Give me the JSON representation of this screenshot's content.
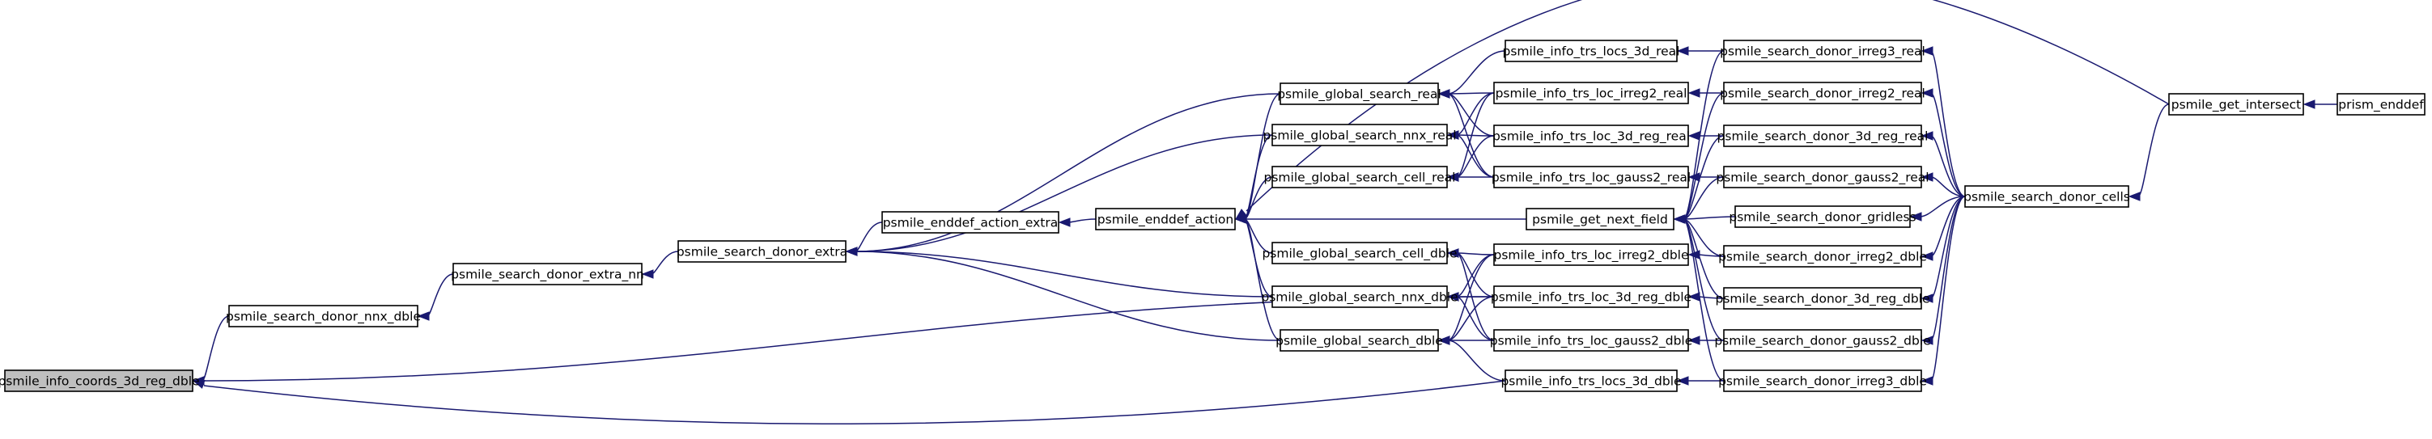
{
  "graph": {
    "nodes": [
      {
        "id": "n_coords",
        "label": "psmile_info_coords_3d_reg_dble",
        "highlighted": true
      },
      {
        "id": "n_nnx_dble_donor",
        "label": "psmile_search_donor_nnx_dble"
      },
      {
        "id": "n_extra_nn",
        "label": "psmile_search_donor_extra_nn"
      },
      {
        "id": "n_extra",
        "label": "psmile_search_donor_extra"
      },
      {
        "id": "n_action_extra",
        "label": "psmile_enddef_action_extra"
      },
      {
        "id": "n_action",
        "label": "psmile_enddef_action"
      },
      {
        "id": "n_gs_real",
        "label": "psmile_global_search_real"
      },
      {
        "id": "n_gs_nnx_real",
        "label": "psmile_global_search_nnx_real"
      },
      {
        "id": "n_gs_cell_real",
        "label": "psmile_global_search_cell_real"
      },
      {
        "id": "n_gs_cell_dble",
        "label": "psmile_global_search_cell_dble"
      },
      {
        "id": "n_gs_nnx_dble",
        "label": "psmile_global_search_nnx_dble"
      },
      {
        "id": "n_gs_dble",
        "label": "psmile_global_search_dble"
      },
      {
        "id": "n_locs3d_real",
        "label": "psmile_info_trs_locs_3d_real"
      },
      {
        "id": "n_irreg2_real",
        "label": "psmile_info_trs_loc_irreg2_real"
      },
      {
        "id": "n_3dreg_real",
        "label": "psmile_info_trs_loc_3d_reg_real"
      },
      {
        "id": "n_gauss2_real",
        "label": "psmile_info_trs_loc_gauss2_real"
      },
      {
        "id": "n_next_field",
        "label": "psmile_get_next_field"
      },
      {
        "id": "n_irreg2_dble",
        "label": "psmile_info_trs_loc_irreg2_dble"
      },
      {
        "id": "n_3dreg_dble",
        "label": "psmile_info_trs_loc_3d_reg_dble"
      },
      {
        "id": "n_gauss2_dble",
        "label": "psmile_info_trs_loc_gauss2_dble"
      },
      {
        "id": "n_locs3d_dble",
        "label": "psmile_info_trs_locs_3d_dble"
      },
      {
        "id": "n_d_irreg3_real",
        "label": "psmile_search_donor_irreg3_real"
      },
      {
        "id": "n_d_irreg2_real",
        "label": "psmile_search_donor_irreg2_real"
      },
      {
        "id": "n_d_3dreg_real",
        "label": "psmile_search_donor_3d_reg_real"
      },
      {
        "id": "n_d_gauss2_real",
        "label": "psmile_search_donor_gauss2_real"
      },
      {
        "id": "n_d_gridless",
        "label": "psmile_search_donor_gridless"
      },
      {
        "id": "n_d_irreg2_dble",
        "label": "psmile_search_donor_irreg2_dble"
      },
      {
        "id": "n_d_3dreg_dble",
        "label": "psmile_search_donor_3d_reg_dble"
      },
      {
        "id": "n_d_gauss2_dble",
        "label": "psmile_search_donor_gauss2_dble"
      },
      {
        "id": "n_d_irreg3_dble",
        "label": "psmile_search_donor_irreg3_dble"
      },
      {
        "id": "n_cells",
        "label": "psmile_search_donor_cells"
      },
      {
        "id": "n_intersect",
        "label": "psmile_get_intersect"
      },
      {
        "id": "n_enddef",
        "label": "prism_enddef"
      }
    ],
    "edges": [
      [
        "n_nnx_dble_donor",
        "n_coords"
      ],
      [
        "n_3dreg_dble",
        "n_coords"
      ],
      [
        "n_locs3d_dble",
        "n_coords"
      ],
      [
        "n_extra_nn",
        "n_nnx_dble_donor"
      ],
      [
        "n_extra",
        "n_extra_nn"
      ],
      [
        "n_gs_real",
        "n_extra"
      ],
      [
        "n_gs_nnx_real",
        "n_extra"
      ],
      [
        "n_action_extra",
        "n_extra"
      ],
      [
        "n_gs_nnx_dble",
        "n_extra"
      ],
      [
        "n_gs_dble",
        "n_extra"
      ],
      [
        "n_action",
        "n_action_extra"
      ],
      [
        "n_intersect",
        "n_action"
      ],
      [
        "n_gs_real",
        "n_action"
      ],
      [
        "n_gs_nnx_real",
        "n_action"
      ],
      [
        "n_gs_cell_real",
        "n_action"
      ],
      [
        "n_next_field",
        "n_action"
      ],
      [
        "n_gs_cell_dble",
        "n_action"
      ],
      [
        "n_gs_nnx_dble",
        "n_action"
      ],
      [
        "n_gs_dble",
        "n_action"
      ],
      [
        "n_locs3d_real",
        "n_gs_real"
      ],
      [
        "n_irreg2_real",
        "n_gs_real"
      ],
      [
        "n_3dreg_real",
        "n_gs_real"
      ],
      [
        "n_gauss2_real",
        "n_gs_real"
      ],
      [
        "n_irreg2_real",
        "n_gs_nnx_real"
      ],
      [
        "n_3dreg_real",
        "n_gs_nnx_real"
      ],
      [
        "n_gauss2_real",
        "n_gs_nnx_real"
      ],
      [
        "n_irreg2_real",
        "n_gs_cell_real"
      ],
      [
        "n_3dreg_real",
        "n_gs_cell_real"
      ],
      [
        "n_gauss2_real",
        "n_gs_cell_real"
      ],
      [
        "n_irreg2_dble",
        "n_gs_cell_dble"
      ],
      [
        "n_3dreg_dble",
        "n_gs_cell_dble"
      ],
      [
        "n_gauss2_dble",
        "n_gs_cell_dble"
      ],
      [
        "n_irreg2_dble",
        "n_gs_nnx_dble"
      ],
      [
        "n_3dreg_dble",
        "n_gs_nnx_dble"
      ],
      [
        "n_gauss2_dble",
        "n_gs_nnx_dble"
      ],
      [
        "n_irreg2_dble",
        "n_gs_dble"
      ],
      [
        "n_3dreg_dble",
        "n_gs_dble"
      ],
      [
        "n_gauss2_dble",
        "n_gs_dble"
      ],
      [
        "n_locs3d_dble",
        "n_gs_dble"
      ],
      [
        "n_d_irreg3_real",
        "n_locs3d_real"
      ],
      [
        "n_d_irreg2_real",
        "n_irreg2_real"
      ],
      [
        "n_d_3dreg_real",
        "n_3dreg_real"
      ],
      [
        "n_d_gauss2_real",
        "n_gauss2_real"
      ],
      [
        "n_d_irreg2_dble",
        "n_irreg2_dble"
      ],
      [
        "n_d_3dreg_dble",
        "n_3dreg_dble"
      ],
      [
        "n_d_gauss2_dble",
        "n_gauss2_dble"
      ],
      [
        "n_d_irreg3_dble",
        "n_locs3d_dble"
      ],
      [
        "n_d_irreg3_real",
        "n_next_field"
      ],
      [
        "n_d_irreg2_real",
        "n_next_field"
      ],
      [
        "n_d_3dreg_real",
        "n_next_field"
      ],
      [
        "n_d_gauss2_real",
        "n_next_field"
      ],
      [
        "n_d_gridless",
        "n_next_field"
      ],
      [
        "n_d_irreg2_dble",
        "n_next_field"
      ],
      [
        "n_d_3dreg_dble",
        "n_next_field"
      ],
      [
        "n_d_gauss2_dble",
        "n_next_field"
      ],
      [
        "n_d_irreg3_dble",
        "n_next_field"
      ],
      [
        "n_cells",
        "n_d_irreg3_real"
      ],
      [
        "n_cells",
        "n_d_irreg2_real"
      ],
      [
        "n_cells",
        "n_d_3dreg_real"
      ],
      [
        "n_cells",
        "n_d_gauss2_real"
      ],
      [
        "n_cells",
        "n_d_gridless"
      ],
      [
        "n_cells",
        "n_d_irreg2_dble"
      ],
      [
        "n_cells",
        "n_d_3dreg_dble"
      ],
      [
        "n_cells",
        "n_d_gauss2_dble"
      ],
      [
        "n_cells",
        "n_d_irreg3_dble"
      ],
      [
        "n_intersect",
        "n_cells"
      ],
      [
        "n_enddef",
        "n_intersect"
      ]
    ]
  }
}
